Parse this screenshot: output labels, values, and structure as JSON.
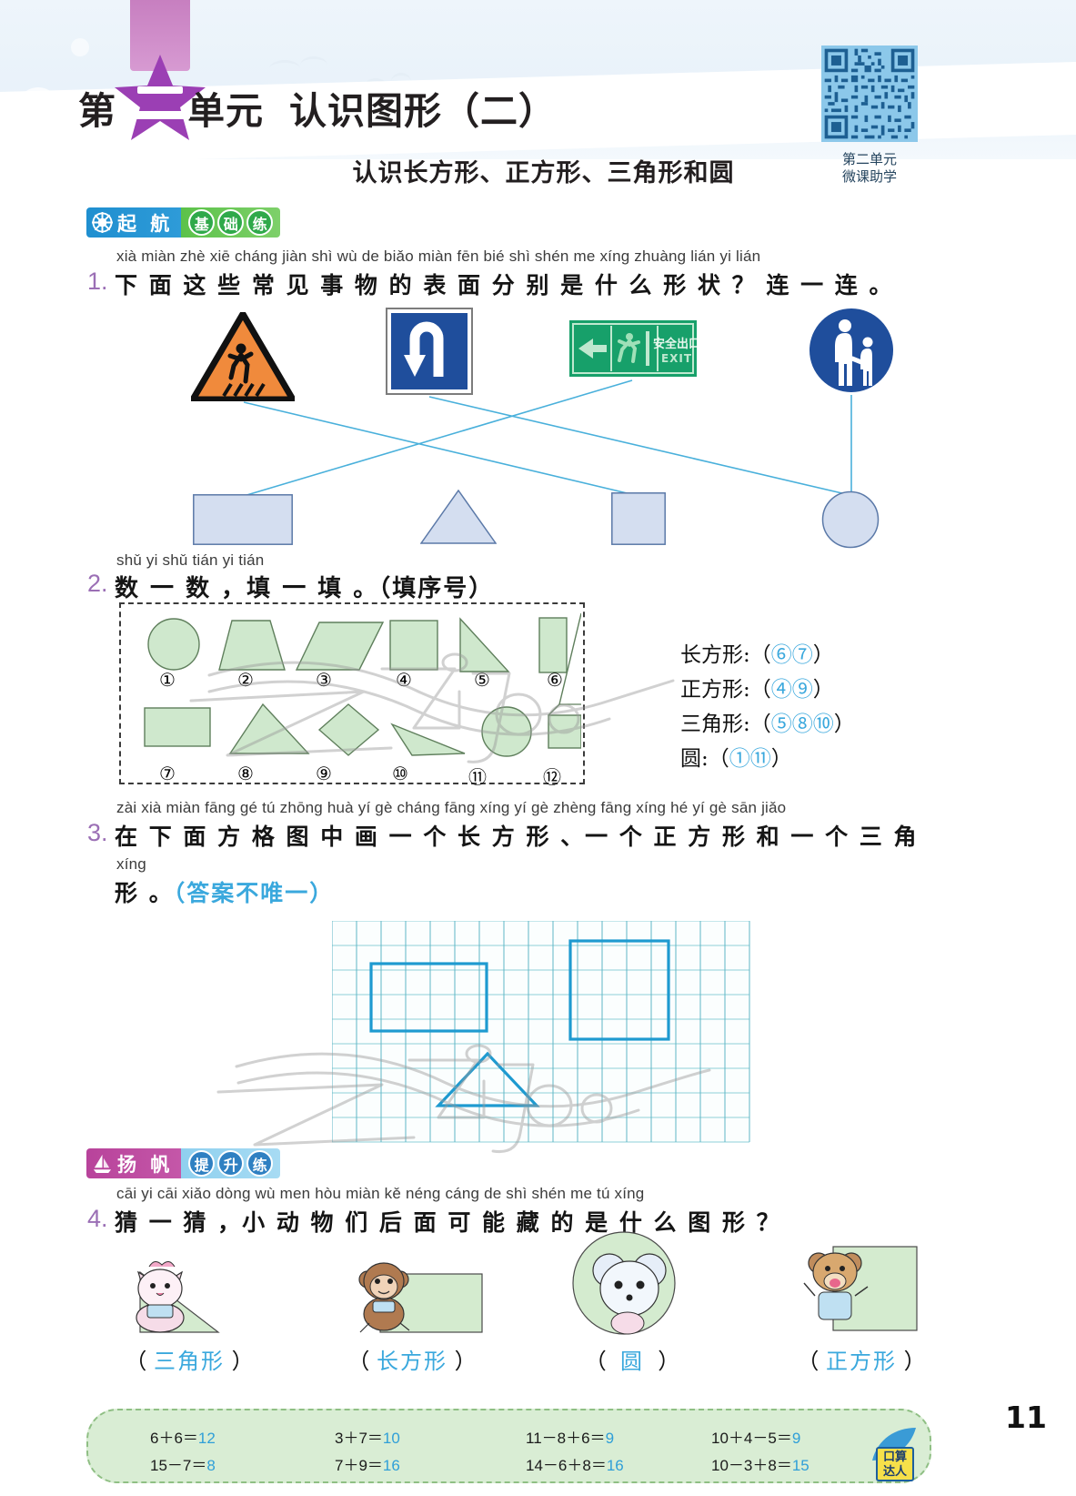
{
  "header": {
    "unit_prefix": "第",
    "unit_number": "二",
    "unit_suffix": "单元",
    "unit_title": "认识图形（二）",
    "subtitle": "认识长方形、正方形、三角形和圆",
    "qr_caption_line1": "第二单元",
    "qr_caption_line2": "微课助学",
    "qr_icon": "qr-code-icon"
  },
  "badges": {
    "basic": {
      "left_text": "起 航",
      "chips": [
        "基",
        "础",
        "练"
      ],
      "icon": "ships-wheel-icon"
    },
    "improve": {
      "left_text": "扬 帆",
      "chips": [
        "提",
        "升",
        "练"
      ],
      "icon": "sailboat-icon"
    }
  },
  "q1": {
    "number": "1.",
    "pinyin": "xià miàn zhè xiē cháng jiàn shì wù de biǎo miàn fēn bié shì shén me xíng zhuàng     lián yi lián",
    "text": "下 面 这 些 常  见 事 物 的 表  面 分 别 是 什 么 形  状 ？ 连 一 连 。",
    "signs": [
      {
        "name": "pedestrian-crossing-sign",
        "shape": "triangle",
        "color": "#F08A3C"
      },
      {
        "name": "u-turn-sign",
        "shape": "square",
        "color": "#1F4E9C"
      },
      {
        "name": "emergency-exit-sign",
        "shape": "rectangle",
        "color": "#17A06A",
        "label_cn": "安全出口",
        "label_en": "EXIT"
      },
      {
        "name": "pedestrian-walkway-sign",
        "shape": "circle",
        "color": "#1F4E9C"
      }
    ],
    "targets": [
      {
        "name": "rectangle-target",
        "shape": "rectangle"
      },
      {
        "name": "triangle-target",
        "shape": "triangle"
      },
      {
        "name": "square-target",
        "shape": "square"
      },
      {
        "name": "circle-target",
        "shape": "circle"
      }
    ]
  },
  "q2": {
    "number": "2.",
    "pinyin": "shǔ yi shǔ  tián yi tián",
    "text": "数 一 数 ，填 一 填 。（填序号）",
    "shape_labels": [
      "①",
      "②",
      "③",
      "④",
      "⑤",
      "⑥",
      "⑦",
      "⑧",
      "⑨",
      "⑩",
      "⑪",
      "⑫"
    ],
    "shapes": [
      "circle",
      "trapezoid",
      "parallelogram",
      "square",
      "right-triangle",
      "rectangle-tall",
      "rectangle-wide",
      "triangle",
      "rhombus",
      "thin-triangle",
      "circle",
      "cube"
    ],
    "answers": [
      {
        "label": "长方形:（",
        "value": "⑥⑦",
        "close": "）"
      },
      {
        "label": "正方形:（",
        "value": "④⑨",
        "close": "）"
      },
      {
        "label": "三角形:（",
        "value": "⑤⑧⑩",
        "close": "）"
      },
      {
        "label": "圆:（",
        "value": "①⑪",
        "close": "）"
      }
    ]
  },
  "q3": {
    "number": "3.",
    "pinyin_line1": "zài xià miàn fāng gé tú zhōng huà yí gè cháng fāng xíng  yí gè zhèng fāng xíng hé  yí gè sān jiǎo",
    "pinyin_line2": "xíng",
    "text_line1": "在 下 面 方 格 图 中 画 一 个 长  方  形 、一 个 正  方  形 和 一 个 三  角",
    "text_line2_black": "形 。",
    "text_line2_blue": "（答案不唯一）",
    "grid": {
      "cols": 17,
      "rows": 9,
      "cell": 27
    },
    "drawn": [
      {
        "name": "drawn-rectangle",
        "type": "rectangle",
        "col": 2,
        "row": 1,
        "w": 6,
        "h": 3
      },
      {
        "name": "drawn-square",
        "type": "square",
        "col": 11,
        "row": 0,
        "w": 5,
        "h": 5
      },
      {
        "name": "drawn-triangle",
        "type": "triangle",
        "col": 5,
        "row": 5,
        "w": 5,
        "h": 3
      }
    ]
  },
  "q4": {
    "number": "4.",
    "pinyin": "cāi yi cāi  xiǎo dòng wù men hòu miàn kě néng cáng de shì shén me tú xíng",
    "text": "猜 一 猜 ，小 动  物  们 后 面 可 能  藏 的 是 什 么 图 形 ？",
    "items": [
      {
        "animal": "cat-icon",
        "hidden_shape": "triangle",
        "answer": "三角形"
      },
      {
        "animal": "monkey-icon",
        "hidden_shape": "rectangle",
        "answer": "长方形"
      },
      {
        "animal": "mouse-icon",
        "hidden_shape": "circle",
        "answer": "圆"
      },
      {
        "animal": "bear-icon",
        "hidden_shape": "square",
        "answer": "正方形"
      }
    ]
  },
  "footer": {
    "calculations": [
      [
        "6＋6＝",
        "12"
      ],
      [
        "3＋7＝",
        "10"
      ],
      [
        "11－8＋6＝",
        "9"
      ],
      [
        "10＋4－5＝",
        "9"
      ],
      [
        "15－7＝",
        "8"
      ],
      [
        "7＋9＝",
        "16"
      ],
      [
        "14－6＋8＝",
        "16"
      ],
      [
        "10－3＋8＝",
        "15"
      ]
    ],
    "badge_line1": "口算",
    "badge_line2": "达人",
    "dolphin_icon": "dolphin-icon",
    "page_number": "11"
  },
  "watermark": {
    "text": "zyjl.cn"
  },
  "colors": {
    "accent_blue": "#3aa8dd",
    "line_blue": "#2f9fd8",
    "shape_green_fill": "#cfe8cd",
    "shape_green_stroke": "#5f7f5c",
    "grid_blue": "#4aa8c8",
    "purple": "#9b6fb5"
  }
}
